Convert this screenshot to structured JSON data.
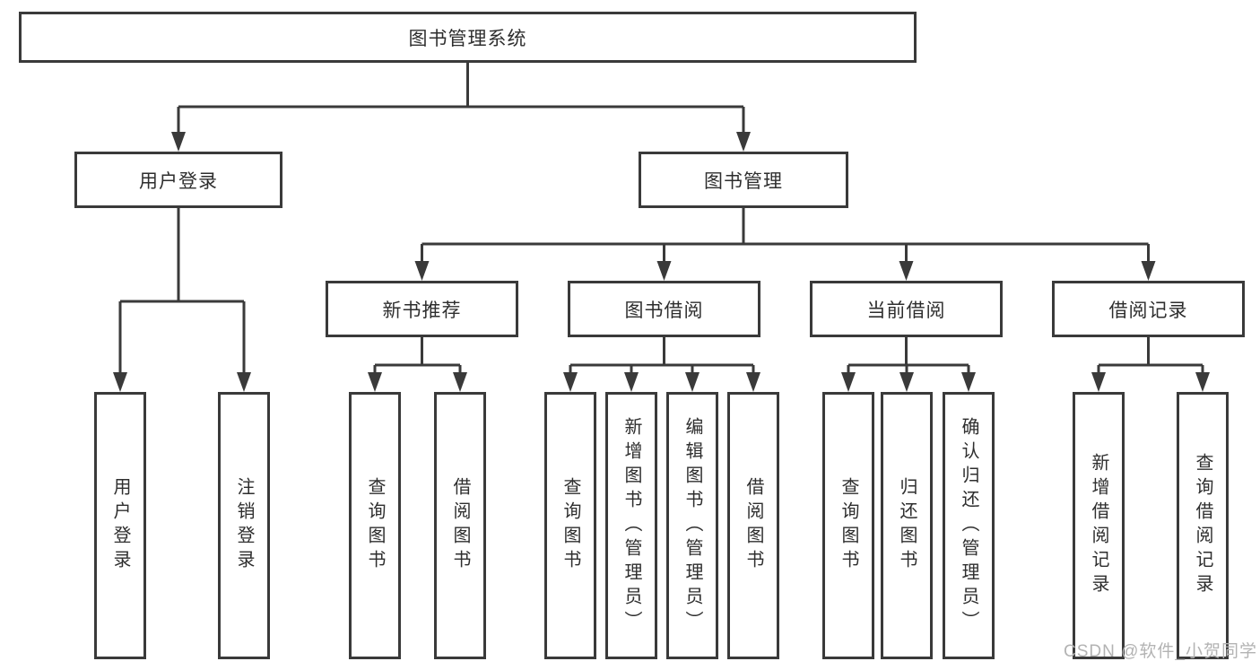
{
  "diagram": {
    "root": "图书管理系统",
    "user": {
      "label": "用户登录",
      "children": [
        "用户登录",
        "注销登录"
      ]
    },
    "mgmt": {
      "label": "图书管理",
      "groups": [
        {
          "label": "新书推荐",
          "children": [
            "查询图书",
            "借阅图书"
          ]
        },
        {
          "label": "图书借阅",
          "children": [
            "查询图书",
            "新增图书（管理员）",
            "编辑图书（管理员）",
            "借阅图书"
          ]
        },
        {
          "label": "当前借阅",
          "children": [
            "查询图书",
            "归还图书",
            "确认归还（管理员）"
          ]
        },
        {
          "label": "借阅记录",
          "children": [
            "新增借阅记录",
            "查询借阅记录"
          ]
        }
      ]
    }
  },
  "watermark": {
    "text": "CSDN @软件_小贺同学",
    "color": "#b3b3b3"
  },
  "colors": {
    "line": "#3a3a3a",
    "text": "#2e2e2e",
    "background": "#ffffff"
  }
}
